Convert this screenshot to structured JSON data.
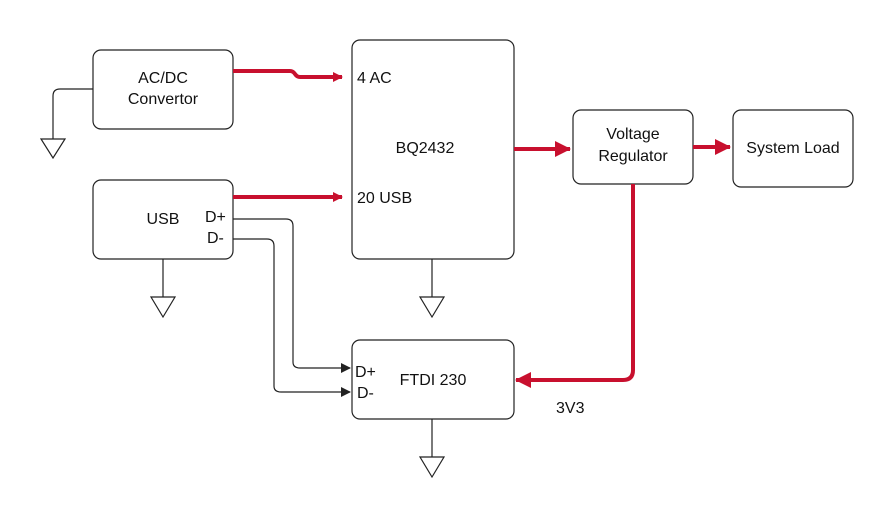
{
  "colors": {
    "power_wire": "#c8102e",
    "signal_wire": "#222222"
  },
  "blocks": {
    "acdc": {
      "line1": "AC/DC",
      "line2": "Convertor"
    },
    "usb": {
      "label": "USB",
      "pin_dplus": "D+",
      "pin_dminus": "D-"
    },
    "bq": {
      "label": "BQ2432",
      "pin_ac": "4 AC",
      "pin_usb": "20 USB"
    },
    "regulator": {
      "line1": "Voltage",
      "line2": "Regulator"
    },
    "load": {
      "label": "System Load"
    },
    "ftdi": {
      "label": "FTDI 230",
      "pin_dplus": "D+",
      "pin_dminus": "D-"
    }
  },
  "wire_labels": {
    "rail_3v3": "3V3"
  }
}
